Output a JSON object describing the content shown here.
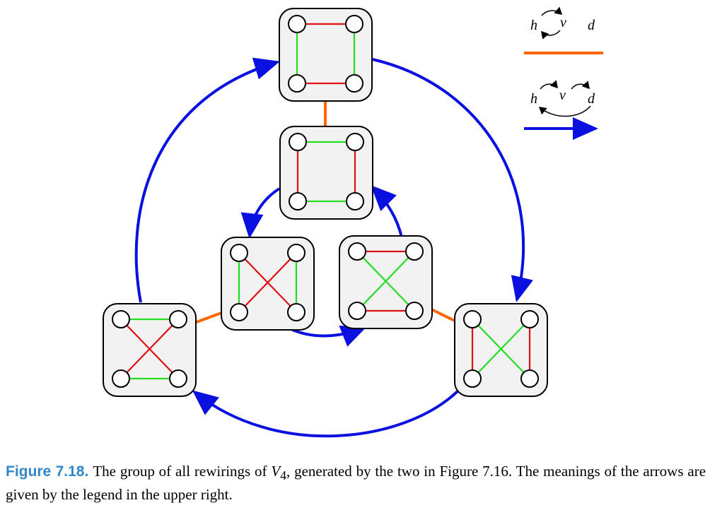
{
  "figure": {
    "label": "Figure 7.18.",
    "caption_before": "The group of all rewirings of ",
    "caption_var": "V",
    "caption_sub": "4",
    "caption_after": ", generated by the two in Figure 7.16. The meanings of the arrows are given by the legend in the upper right."
  },
  "legend": {
    "swap_h": "h",
    "swap_v": "v",
    "swap_d": "d",
    "cycle_h": "h",
    "cycle_v": "v",
    "cycle_d": "d"
  },
  "colors": {
    "green": "#22dd22",
    "red": "#dd1111",
    "orange": "#ff6600",
    "blue": "#0a10e0",
    "box_fill": "#f2f2f2"
  }
}
